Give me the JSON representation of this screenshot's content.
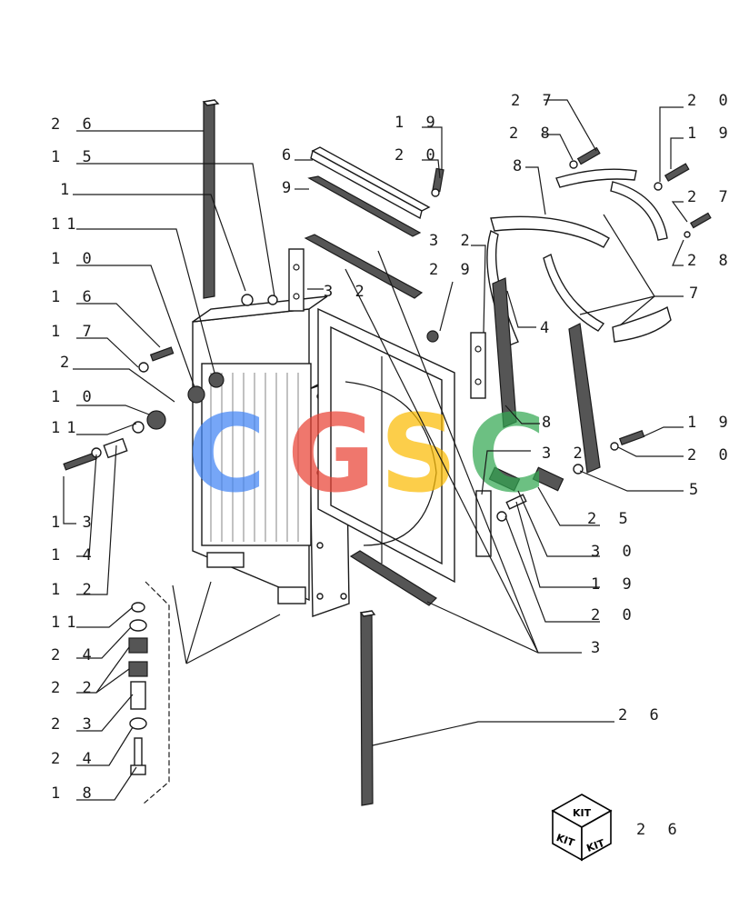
{
  "watermark": {
    "letters": [
      "C",
      "G",
      "S",
      "C"
    ],
    "colors": [
      "#4285f4",
      "#ea4335",
      "#fbbc05",
      "#34a853"
    ]
  },
  "kit_icon": {
    "faces": [
      "KIT",
      "KIT",
      "KIT"
    ],
    "ref": "2 6"
  },
  "callouts": [
    {
      "id": "l-26-top",
      "text": "2 6"
    },
    {
      "id": "l-15",
      "text": "1 5"
    },
    {
      "id": "l-1",
      "text": "1"
    },
    {
      "id": "l-11-a",
      "text": "11"
    },
    {
      "id": "l-10-a",
      "text": "1 0"
    },
    {
      "id": "l-16",
      "text": "1 6"
    },
    {
      "id": "l-17",
      "text": "1 7"
    },
    {
      "id": "l-2",
      "text": "2"
    },
    {
      "id": "l-10-b",
      "text": "1 0"
    },
    {
      "id": "l-11-b",
      "text": "11"
    },
    {
      "id": "l-13",
      "text": "1 3"
    },
    {
      "id": "l-14",
      "text": "1 4"
    },
    {
      "id": "l-12",
      "text": "1 2"
    },
    {
      "id": "l-11-c",
      "text": "11"
    },
    {
      "id": "l-24-a",
      "text": "2 4"
    },
    {
      "id": "l-22",
      "text": "2 2"
    },
    {
      "id": "l-23",
      "text": "2 3"
    },
    {
      "id": "l-24-b",
      "text": "2 4"
    },
    {
      "id": "l-18",
      "text": "1 8"
    },
    {
      "id": "l-6",
      "text": "6"
    },
    {
      "id": "l-9",
      "text": "9"
    },
    {
      "id": "l-19-a",
      "text": "1 9"
    },
    {
      "id": "l-20-a",
      "text": "2 0"
    },
    {
      "id": "l-32-a",
      "text": "3 2"
    },
    {
      "id": "l-32-b",
      "text": "3 2"
    },
    {
      "id": "l-29",
      "text": "2 9"
    },
    {
      "id": "l-27-a",
      "text": "2 7"
    },
    {
      "id": "l-28-a",
      "text": "2 8"
    },
    {
      "id": "l-8-a",
      "text": "8"
    },
    {
      "id": "l-20-b",
      "text": "2 0"
    },
    {
      "id": "l-19-b",
      "text": "1 9"
    },
    {
      "id": "l-27-b",
      "text": "2 7"
    },
    {
      "id": "l-28-b",
      "text": "2 8"
    },
    {
      "id": "l-7",
      "text": "7"
    },
    {
      "id": "l-4",
      "text": "4"
    },
    {
      "id": "l-8-b",
      "text": "8"
    },
    {
      "id": "l-19-c",
      "text": "1 9"
    },
    {
      "id": "l-20-c",
      "text": "2 0"
    },
    {
      "id": "l-32-c",
      "text": "3 2"
    },
    {
      "id": "l-5",
      "text": "5"
    },
    {
      "id": "l-25",
      "text": "2 5"
    },
    {
      "id": "l-30",
      "text": "3 0"
    },
    {
      "id": "l-19-d",
      "text": "1 9"
    },
    {
      "id": "l-20-d",
      "text": "2 0"
    },
    {
      "id": "l-3",
      "text": "3"
    },
    {
      "id": "l-26-bottom",
      "text": "2 6"
    }
  ]
}
